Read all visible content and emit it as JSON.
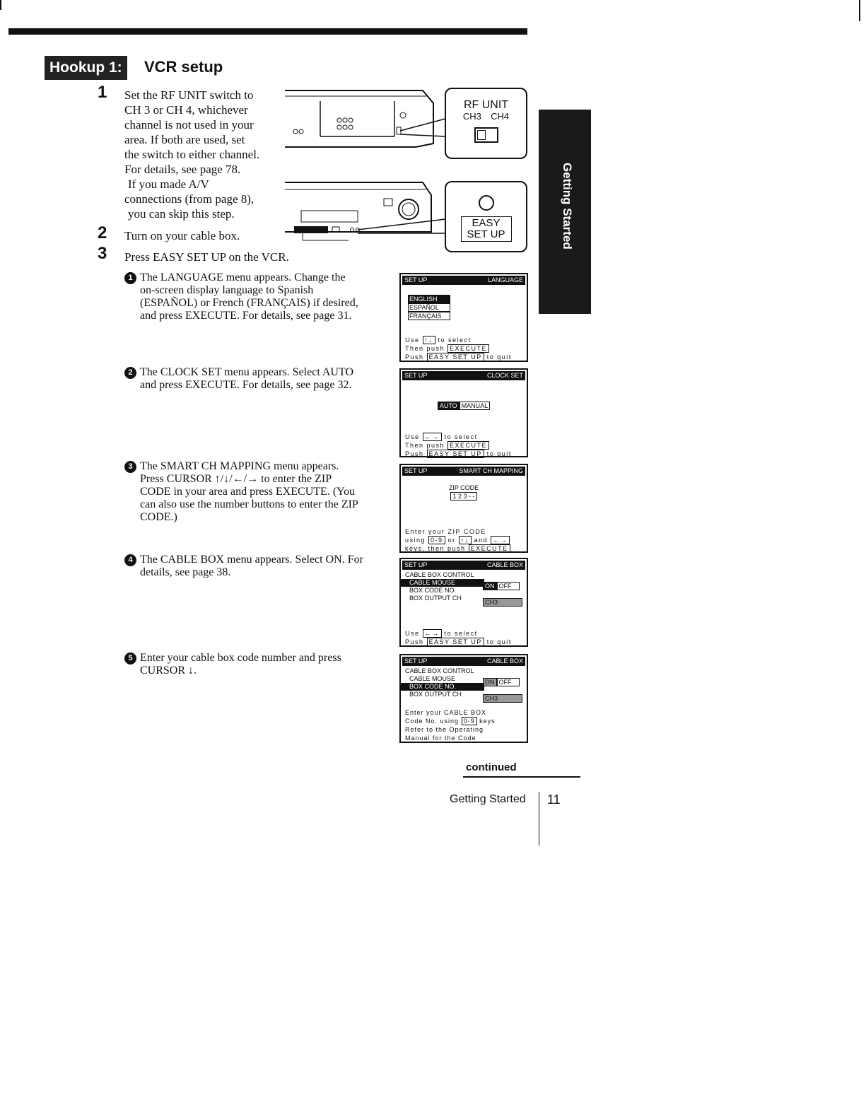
{
  "header": {
    "hookup": "Hookup 1:",
    "title": "VCR setup"
  },
  "side_tab": "Getting Started",
  "steps": [
    {
      "num": "1",
      "lines": [
        "Set the RF UNIT switch to",
        "CH 3 or CH 4, whichever",
        "channel is not used in your",
        "area. If both are used, set",
        "the switch to either channel.",
        "For details, see page 78."
      ],
      "note_lines": [
        "If you made A/V",
        "connections (from page 8),",
        "you can skip this step."
      ]
    },
    {
      "num": "2",
      "text": "Turn on your cable box."
    },
    {
      "num": "3",
      "text": "Press EASY SET UP on the VCR."
    }
  ],
  "callouts": {
    "rf": {
      "title": "RF UNIT",
      "ch3": "CH3",
      "ch4": "CH4"
    },
    "easy": {
      "line1": "EASY",
      "line2": "SET UP"
    }
  },
  "substeps": [
    {
      "mark": "1",
      "lines": [
        "The LANGUAGE menu appears. Change the",
        "on-screen display language to Spanish",
        "(ESPAÑOL) or French (FRANÇAIS) if desired,",
        "and press EXECUTE.  For details, see page 31."
      ]
    },
    {
      "mark": "2",
      "lines": [
        "The CLOCK SET menu appears. Select AUTO",
        "and press EXECUTE.  For details, see page 32."
      ]
    },
    {
      "mark": "3",
      "lines": [
        "The SMART CH MAPPING menu appears.",
        "Press CURSOR ↑/↓/←/→ to enter the ZIP",
        "CODE in your area and press EXECUTE.  (You",
        "can also use the number buttons to enter the ZIP",
        "CODE.)"
      ]
    },
    {
      "mark": "4",
      "lines": [
        "The CABLE BOX menu appears. Select ON.  For",
        "details, see page 38."
      ]
    },
    {
      "mark": "5",
      "lines": [
        "Enter your cable box code number and press",
        "CURSOR ↓."
      ]
    }
  ],
  "screens": {
    "language": {
      "left": "SET UP",
      "right": "LANGUAGE",
      "options": [
        "ENGLISH",
        "ESPAÑOL",
        "FRANÇAIS"
      ],
      "use": "Use",
      "arrows": "↑↓",
      "to_select": "to select",
      "then": "Then push",
      "execute": "EXECUTE",
      "push": "Push",
      "easy": "EASY SET UP",
      "quit": "to quit"
    },
    "clock": {
      "left": "SET UP",
      "right": "CLOCK SET",
      "auto": "AUTO",
      "manual": "MANUAL",
      "use": "Use",
      "arrows": "←→",
      "to_select": "to select",
      "then": "Then push",
      "execute": "EXECUTE",
      "push": "Push",
      "easy": "EASY SET UP",
      "quit": "to quit"
    },
    "smart": {
      "left": "SET UP",
      "right": "SMART CH MAPPING",
      "zip_label": "ZIP CODE",
      "zip_value": "1 2 3 - -",
      "l1": "Enter your ZIP CODE",
      "using": "using",
      "keys09": "0-9",
      "or": "or",
      "ud": "↑↓",
      "and": "and",
      "lr": "←→",
      "keys_then": "keys, then push",
      "execute": "EXECUTE"
    },
    "cable1": {
      "left": "SET UP",
      "right": "CABLE BOX",
      "control": "CABLE BOX CONTROL",
      "mouse": "CABLE MOUSE",
      "on": "ON",
      "off": "OFF",
      "code": "BOX CODE NO.",
      "output": "BOX OUTPUT CH",
      "ch": "CH3",
      "use": "Use",
      "arrows": "←→",
      "to_select": "to select",
      "push": "Push",
      "easy": "EASY SET UP",
      "quit": "to quit"
    },
    "cable2": {
      "left": "SET UP",
      "right": "CABLE BOX",
      "control": "CABLE BOX CONTROL",
      "mouse": "CABLE MOUSE",
      "on": "ON",
      "off": "OFF",
      "code": "BOX CODE NO.",
      "output": "BOX OUTPUT CH",
      "ch": "CH3",
      "l1": "Enter your CABLE BOX",
      "l2a": "Code No. using",
      "keys09": "0-9",
      "l2b": "keys",
      "l3": "Refer to the Operating",
      "l4": "Manual for the Code"
    }
  },
  "footer": {
    "continued": "continued",
    "section": "Getting Started",
    "page": "11"
  }
}
